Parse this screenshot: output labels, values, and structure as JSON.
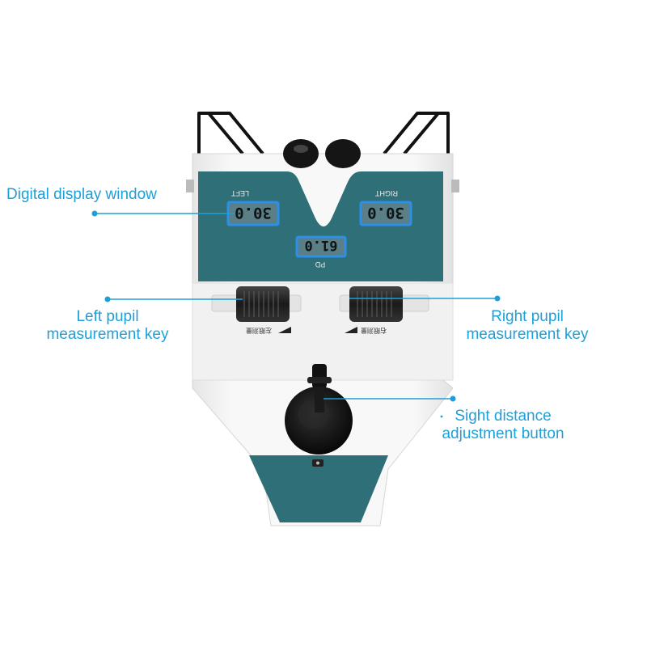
{
  "callouts": {
    "display_window": "Digital display window",
    "left_key": [
      "Left pupil",
      "measurement key"
    ],
    "right_key": [
      "Right pupil",
      "measurement key"
    ],
    "sight_button": [
      "Sight distance",
      "adjustment button"
    ]
  },
  "device": {
    "left_label": "LEFT",
    "right_label": "RIGHT",
    "pd_label": "PD",
    "left_reading": "30.0",
    "right_reading": "30.0",
    "pd_reading": "61.0",
    "left_key_caption": "左眼测量",
    "right_key_caption": "右眼测量"
  },
  "colors": {
    "callout": "#1e9fd8",
    "panel": "#2f6f78",
    "lcd": "#5a7f86",
    "lcd_border": "#2c8fe8",
    "body": "#f4f4f4"
  }
}
